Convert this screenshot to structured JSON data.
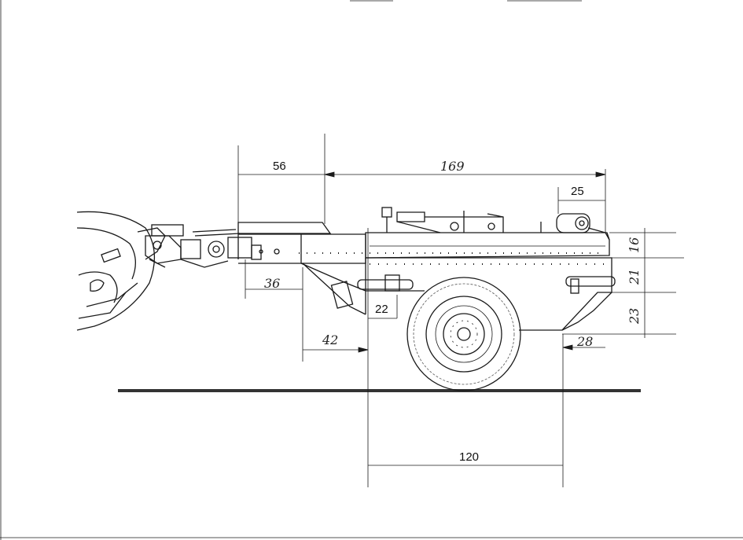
{
  "drawing": {
    "dimensions": {
      "coupling_length": "56",
      "overall_length": "169",
      "rear_box": "25",
      "frame_height": "16",
      "body_height": "21",
      "ground_clearance_step": "23",
      "front_offset": "36",
      "drawbar_offset": "42",
      "axle_front": "22",
      "rear_overhang": "28",
      "axle_to_rear": "120"
    }
  }
}
